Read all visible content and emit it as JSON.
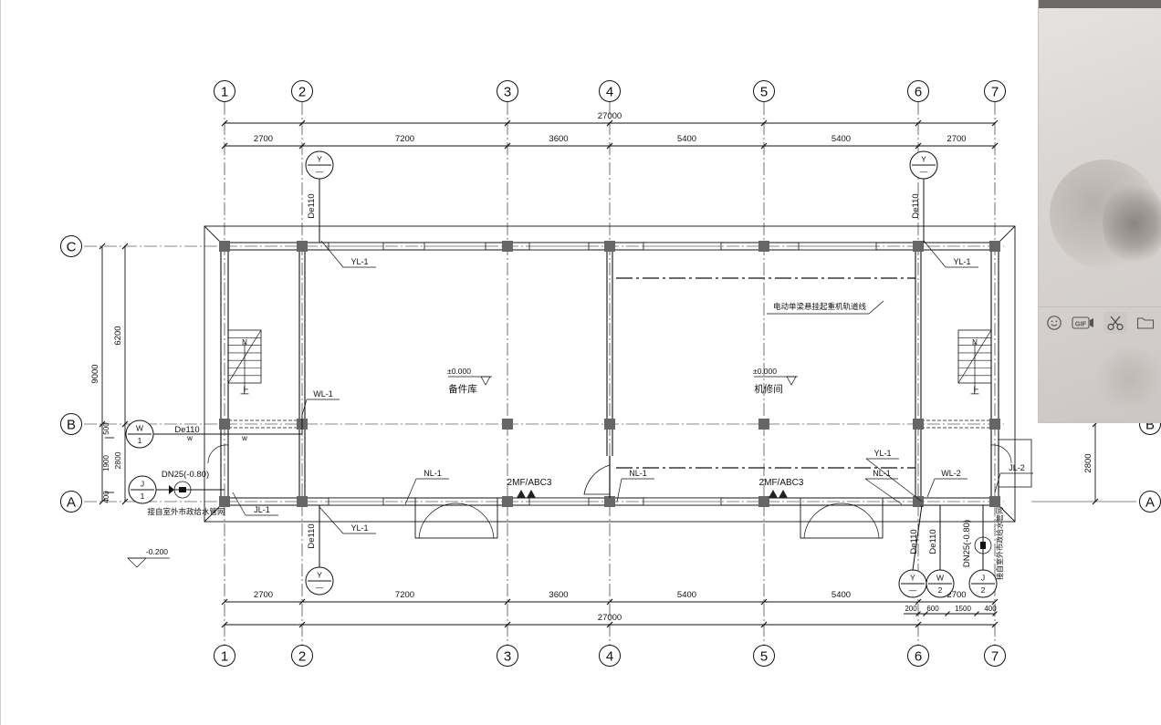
{
  "drawing": {
    "axes_top": [
      "1",
      "2",
      "3",
      "4",
      "5",
      "6",
      "7"
    ],
    "axes_bottom": [
      "1",
      "2",
      "3",
      "4",
      "5",
      "6",
      "7"
    ],
    "axes_left": [
      "C",
      "B",
      "A"
    ],
    "axes_right": [
      "B",
      "A"
    ],
    "dim_total_top": "27000",
    "dim_total_bottom": "27000",
    "dim_spans_top": [
      "2700",
      "7200",
      "3600",
      "5400",
      "5400",
      "2700"
    ],
    "dim_spans_bottom": [
      "2700",
      "7200",
      "3600",
      "5400",
      "5400"
    ],
    "dim_extra_bottom": [
      "2700",
      "200",
      "600",
      "1500",
      "400"
    ],
    "dim_left_outer": "9000",
    "dim_left_inner": [
      "6200",
      "500",
      "2800",
      "1900",
      "400"
    ],
    "dim_right": "2800",
    "rooms": [
      {
        "elev": "±0.000",
        "name": "备件库"
      },
      {
        "elev": "±0.000",
        "name": "机修间"
      }
    ],
    "crane_note": "电动单梁悬挂起重机轨道线",
    "stair_up_left": "上",
    "stair_up_right": "上",
    "stair_n_left": "N",
    "stair_n_right": "N",
    "pipe_labels": {
      "yl1_top_left": "YL-1",
      "yl1_top_right": "YL-1",
      "yl1_bottom": "YL-1",
      "yl1_right": "YL-1",
      "wl1": "WL-1",
      "wl2": "WL-2",
      "nl1_a": "NL-1",
      "nl1_b": "NL-1",
      "nl1_c": "NL-1",
      "jl1": "JL-1",
      "jl2": "JL-2",
      "de110_top_left": "De110",
      "de110_top_right": "De110",
      "de110_bottom_left": "De110",
      "de110_bottom_right_a": "De110",
      "de110_bottom_right_b": "De110",
      "de110_wl": "De110",
      "dn25_left": "DN25(-0.80)",
      "dn25_right": "DN25(-0.80)",
      "water_main_left": "接自室外市政给水管网",
      "water_main_right": "接自室外市政给水管网"
    },
    "extinguishers": [
      "2MF/ABC3",
      "2MF/ABC3"
    ],
    "outside_elev": "-0.200",
    "markers": {
      "y_top": "Y",
      "y_sub": "—",
      "w_top": "W",
      "w1_sub": "1",
      "w2_sub": "2",
      "j_top": "J",
      "j1_sub": "1",
      "j2_sub": "2"
    }
  },
  "panel": {
    "toolbar": [
      {
        "name": "emoji-icon",
        "active": false
      },
      {
        "name": "gif-icon",
        "label": "GIF",
        "active": false
      },
      {
        "name": "scissors-icon",
        "active": true
      },
      {
        "name": "folder-icon",
        "active": false
      }
    ]
  }
}
